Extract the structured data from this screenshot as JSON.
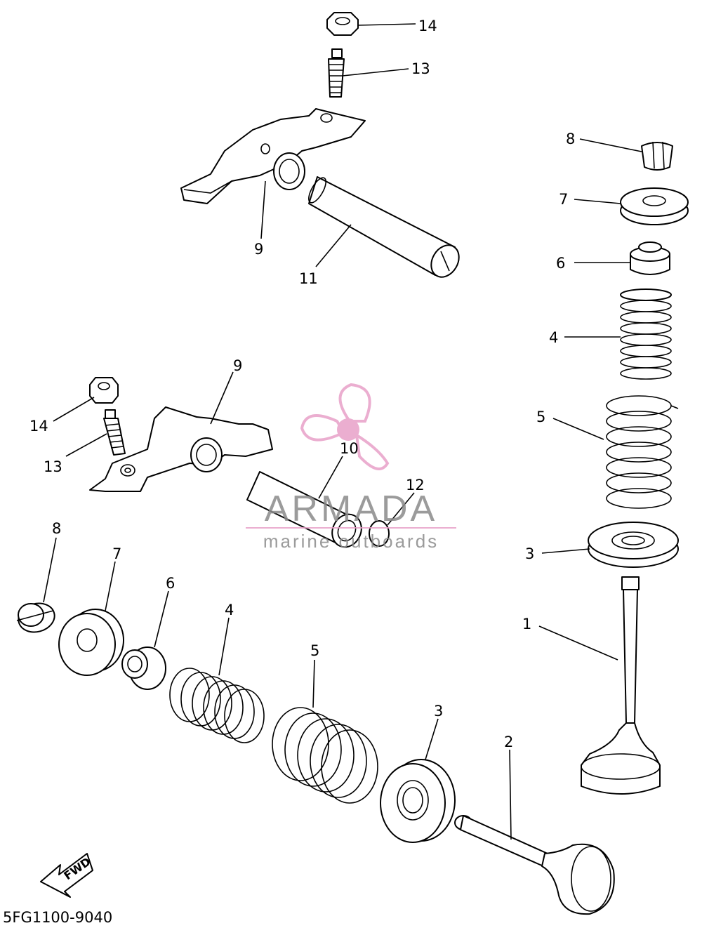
{
  "diagram": {
    "catalog_code": "5FG1100-9040",
    "fwd_label": "FWD",
    "callouts": {
      "upper_14": "14",
      "upper_13": "13",
      "upper_9": "9",
      "upper_11": "11",
      "right_8": "8",
      "right_7": "7",
      "right_6": "6",
      "right_4": "4",
      "right_5": "5",
      "right_3": "3",
      "right_1": "1",
      "mid_9": "9",
      "mid_14": "14",
      "mid_13": "13",
      "mid_10": "10",
      "mid_12": "12",
      "low_8": "8",
      "low_7": "7",
      "low_6": "6",
      "low_4": "4",
      "low_5": "5",
      "low_3": "3",
      "low_2": "2"
    }
  },
  "watermark": {
    "brand": "ARMADA",
    "tagline": "marine outboards",
    "color": "#e8a0c8"
  }
}
